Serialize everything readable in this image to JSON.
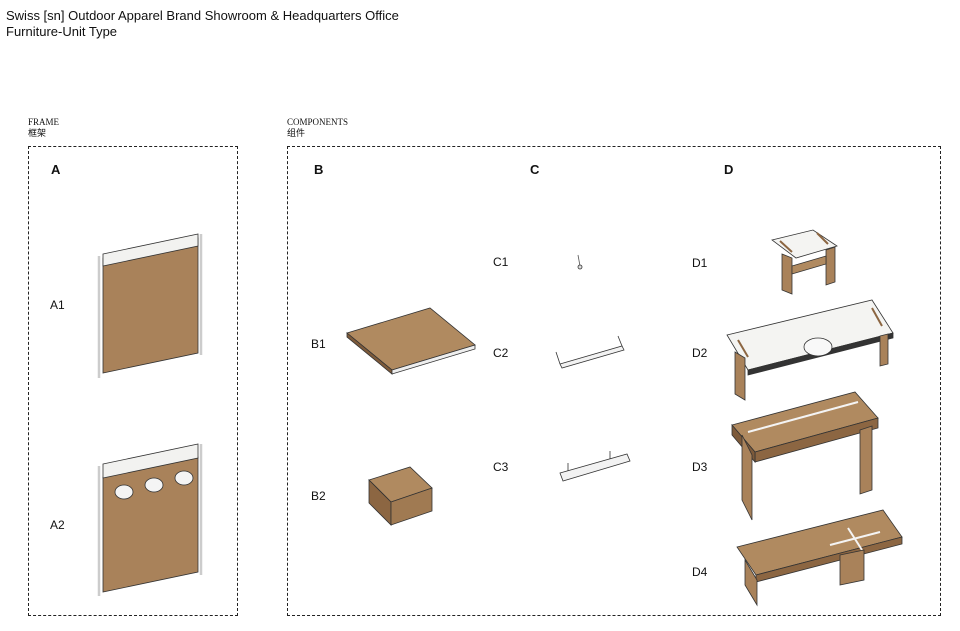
{
  "title": {
    "line1": "Swiss [sn] Outdoor Apparel Brand Showroom & Headquarters Office",
    "line2": "Furniture-Unit Type"
  },
  "frame": {
    "heading": "FRAME",
    "heading_cn": "框架",
    "column": "A",
    "items": [
      "A1",
      "A2"
    ]
  },
  "components": {
    "heading": "COMPONENTS",
    "heading_cn": "组件",
    "columns": [
      {
        "letter": "B",
        "items": [
          "B1",
          "B2"
        ]
      },
      {
        "letter": "C",
        "items": [
          "C1",
          "C2",
          "C3"
        ]
      },
      {
        "letter": "D",
        "items": [
          "D1",
          "D2",
          "D3",
          "D4"
        ]
      }
    ]
  },
  "colors": {
    "wood": "#a9825a",
    "wood_dark": "#7d5a3a",
    "white": "#f4f4f2",
    "line": "#222222"
  }
}
